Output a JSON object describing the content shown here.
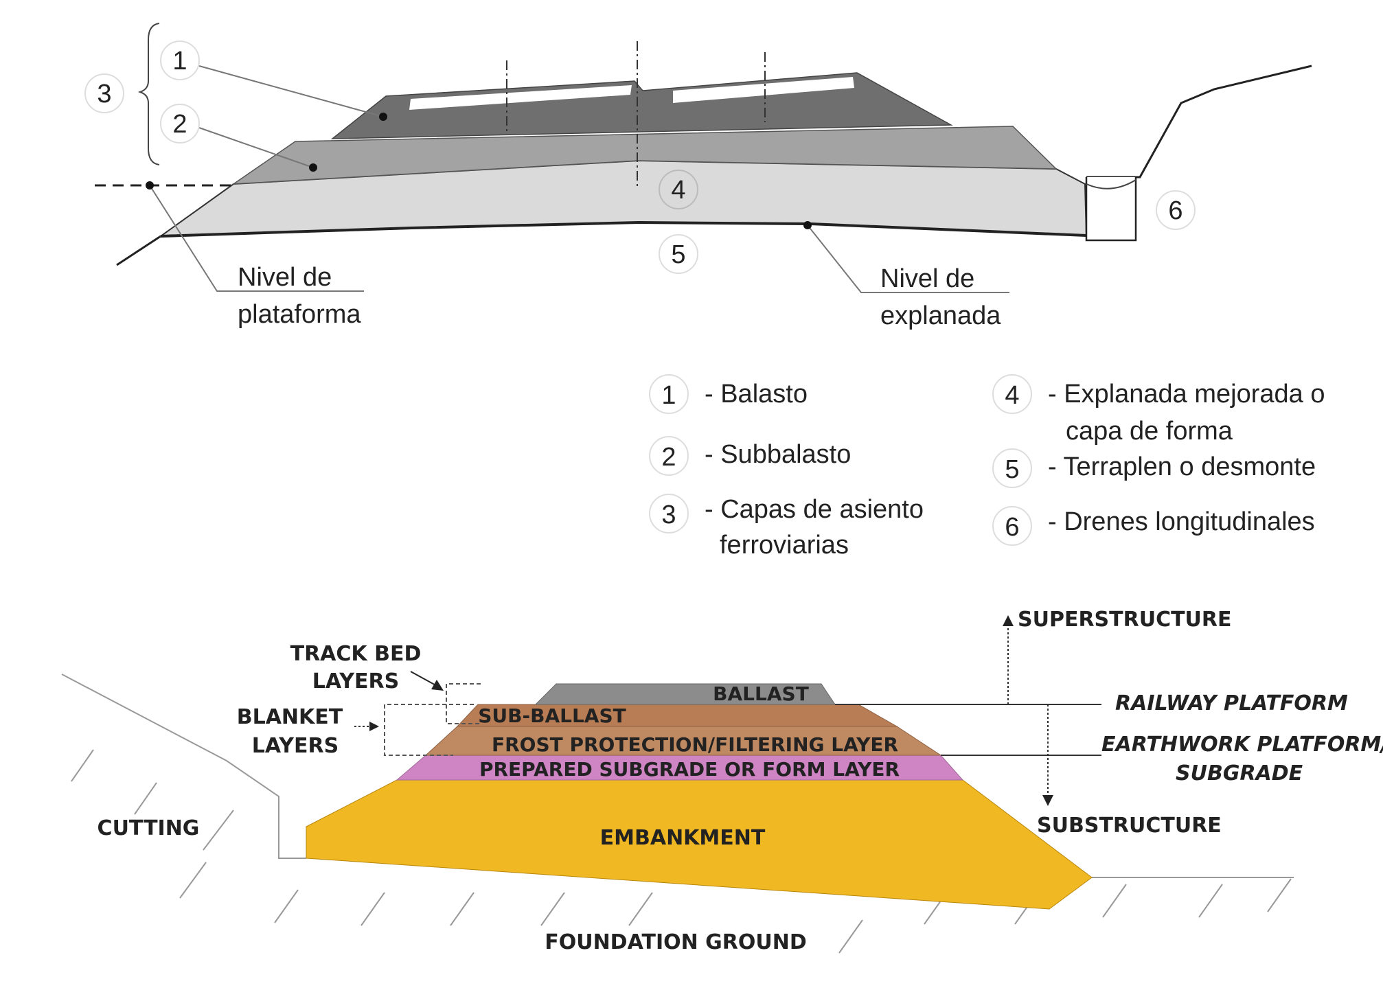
{
  "top_diagram": {
    "markers": {
      "m1": "1",
      "m2": "2",
      "m3": "3",
      "m4": "4",
      "m5": "5",
      "m6": "6"
    },
    "nivel_plataforma": [
      "Nivel de",
      "plataforma"
    ],
    "nivel_explanada": [
      "Nivel de",
      "explanada"
    ],
    "layer_colors": {
      "balasto": "#6f6f6f",
      "subbalasto": "#a3a3a3",
      "capa_forma": "#dadada"
    }
  },
  "legend": [
    {
      "num": "1",
      "lines": [
        "- Balasto"
      ]
    },
    {
      "num": "2",
      "lines": [
        "- Subbalasto"
      ]
    },
    {
      "num": "3",
      "lines": [
        "- Capas de asiento",
        "ferroviarias"
      ]
    },
    {
      "num": "4",
      "lines": [
        "- Explanada mejorada o",
        "capa de forma"
      ]
    },
    {
      "num": "5",
      "lines": [
        "- Terraplen o desmonte"
      ]
    },
    {
      "num": "6",
      "lines": [
        "- Drenes longitudinales"
      ]
    }
  ],
  "bottom_diagram": {
    "track_bed": [
      "TRACK BED",
      "LAYERS"
    ],
    "blanket": [
      "BLANKET",
      "LAYERS"
    ],
    "superstructure": "SUPERSTRUCTURE",
    "substructure": "SUBSTRUCTURE",
    "railway_platform": "RAILWAY PLATFORM",
    "earthwork_platform": [
      "EARTHWORK PLATFORM/",
      "SUBGRADE"
    ],
    "cutting": "CUTTING",
    "foundation_ground": "FOUNDATION GROUND",
    "layers": {
      "ballast": "BALLAST",
      "sub_ballast": "SUB-BALLAST",
      "frost": "FROST PROTECTION/FILTERING LAYER",
      "prepared": "PREPARED SUBGRADE OR FORM LAYER",
      "embankment": "EMBANKMENT"
    },
    "layer_colors": {
      "ballast": "#8c8c8c",
      "sub_ballast": "#b87d55",
      "frost": "#bf8a62",
      "prepared": "#cf85c4",
      "embankment": "#f0b823"
    }
  }
}
